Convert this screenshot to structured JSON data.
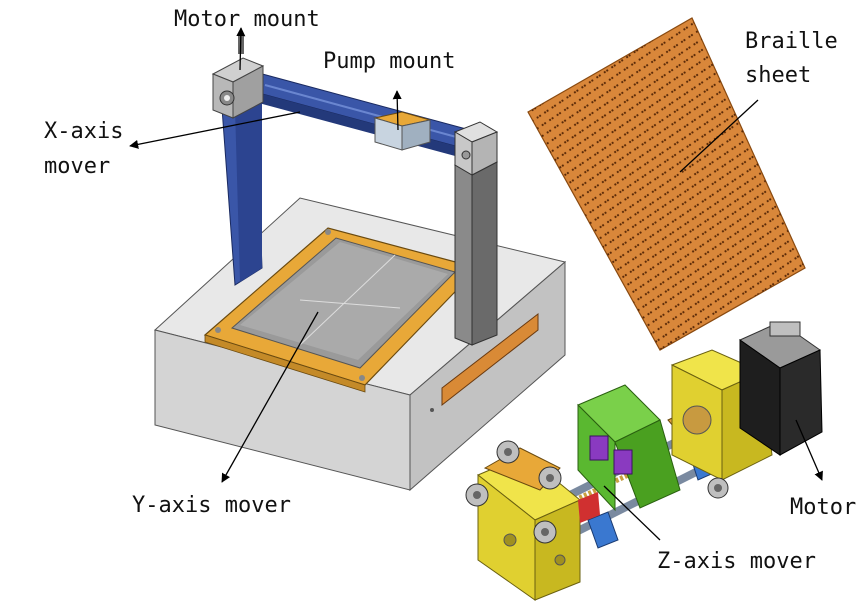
{
  "labels": {
    "motor_mount": "Motor mount",
    "pump_mount": "Pump mount",
    "x_axis_mover_line1": "X-axis",
    "x_axis_mover_line2": "mover",
    "braille_sheet_line1": "Braille",
    "braille_sheet_line2": "sheet",
    "y_axis_mover": "Y-axis mover",
    "motor": "Motor",
    "z_axis_mover": "Z-axis mover"
  },
  "colors": {
    "frame_blue": "#3a56a8",
    "frame_grey": "#8a8a8a",
    "base_grey": "#dcdcdc",
    "tray_orange": "#e8a838",
    "sheet_copper": "#d9873a",
    "z_yellow": "#e8dc3a",
    "z_green": "#6acb3a",
    "z_purple": "#8a3ac0",
    "motor_black": "#1a1a1a"
  }
}
